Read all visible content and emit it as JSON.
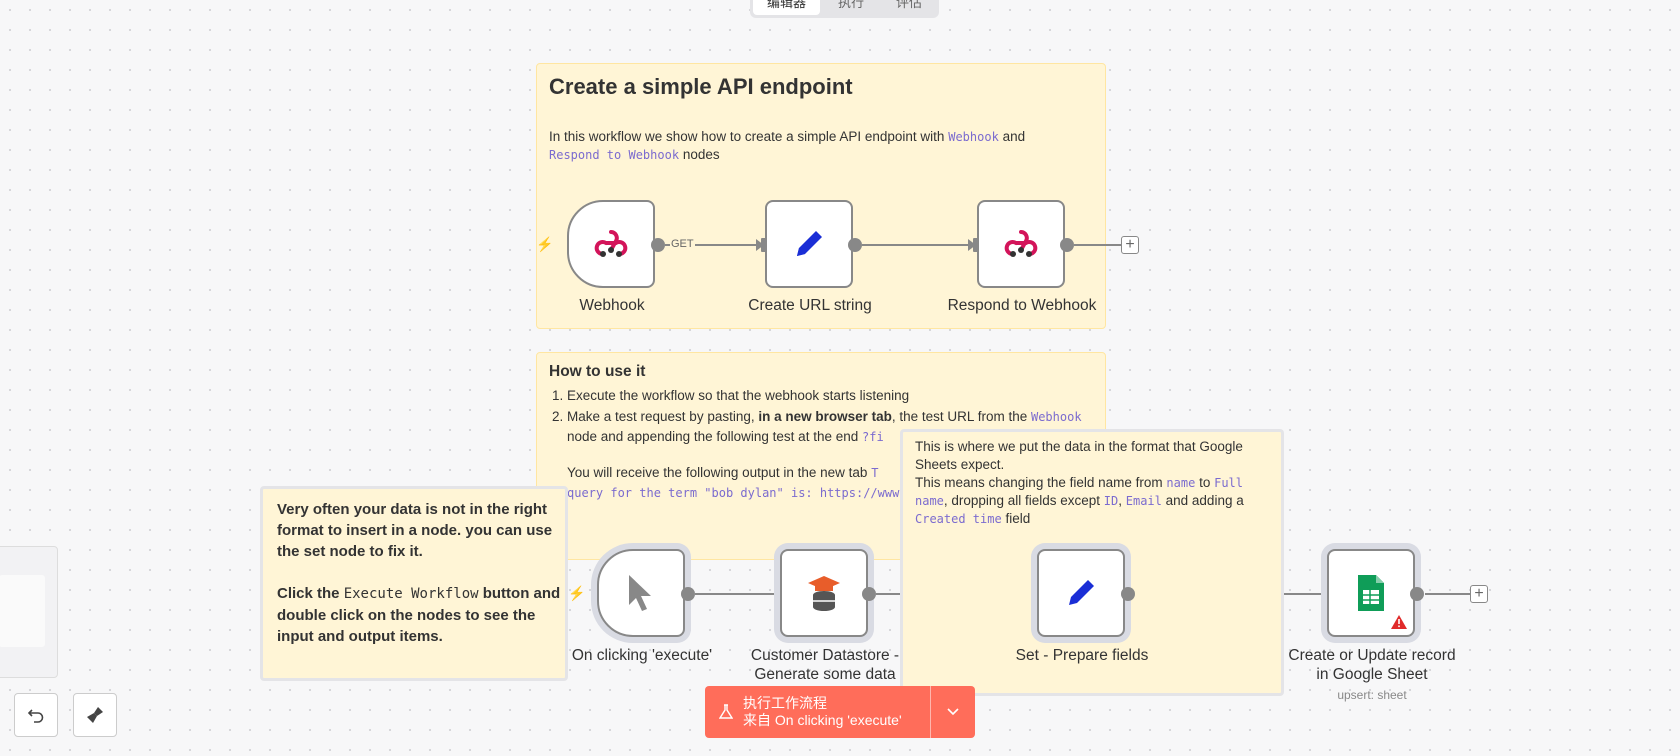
{
  "tabs": [
    {
      "label": "编辑器"
    },
    {
      "label": "执行"
    },
    {
      "label": "评估"
    }
  ],
  "sticky1": {
    "title": "Create a simple API endpoint",
    "intro": "In this workflow we show how to create a simple API endpoint with",
    "code_webhook": "Webhook",
    "and": "and",
    "code_respond": "Respond to Webhook",
    "nodes_word": "nodes"
  },
  "sticky2": {
    "title": "How to use it",
    "step1": "Execute the workflow so that the webhook starts listening",
    "step2_a": "Make a test request by pasting,",
    "step2_b": "in a new browser tab",
    "step2_c": ", the test URL from the",
    "step2_code": "Webhook",
    "step2_d": "node and appending the following test at the end",
    "step2_code2": "?fi",
    "output_a": "You will receive the following output in the new tab",
    "output_code": "T",
    "query_code": "query for the term \"bob dylan\" is: https://www.goo"
  },
  "sticky3": {
    "line1": "This is where we put the data in the format that Google Sheets expect.",
    "line2a": "This means changing the field name from",
    "code_name": "name",
    "to": "to",
    "code_full": "Full name",
    "line2b": ", dropping all fields except",
    "code_id": "ID",
    "comma": ",",
    "code_email": "Email",
    "adding": "and adding a",
    "code_created": "Created time",
    "field": "field"
  },
  "sticky4": {
    "para1": "Very often your data is not in the right format to insert in a node. you can use the set node to fix it.",
    "p2a": "Click the",
    "p2code": "Execute Workflow",
    "p2b": "button and double click on the nodes to see the input and output items."
  },
  "nodes": {
    "webhook": "Webhook",
    "create_url": "Create URL string",
    "respond": "Respond to Webhook",
    "on_click": "On clicking 'execute'",
    "customer_1": "Customer Datastore -",
    "customer_2": "Generate some data",
    "set_prepare": "Set - Prepare fields",
    "sheets_1": "Create or Update record",
    "sheets_2": "in Google Sheet",
    "sheets_sub": "upsert: sheet"
  },
  "edge_get": "GET",
  "plus": "+",
  "exec_button": {
    "line1": "执行工作流程",
    "line2": "来自 On clicking 'execute'"
  },
  "colors": {
    "accent": "#ff6d5a",
    "sticky": "#fff5d6",
    "webhook_pink": "#d3145a",
    "edit_blue": "#1a2ed6",
    "sheets_green": "#0f9d58"
  }
}
